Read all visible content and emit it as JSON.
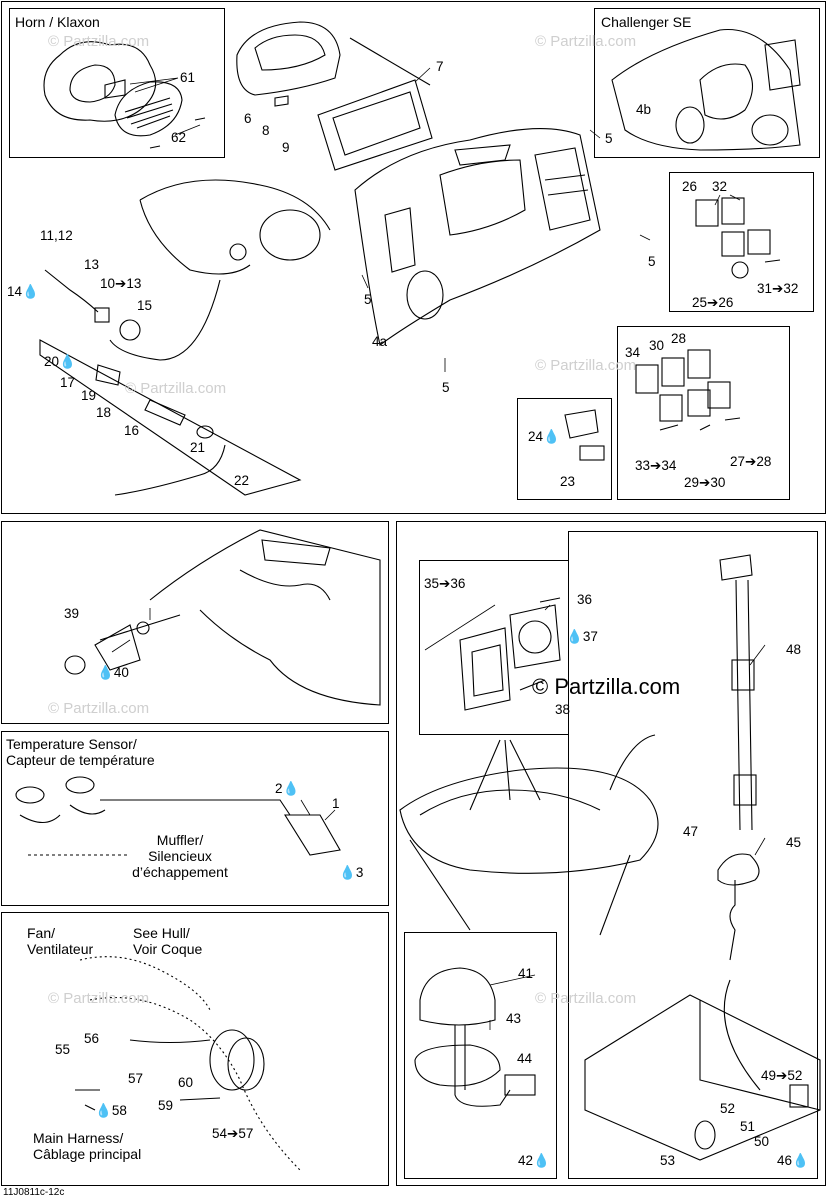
{
  "drawing_code": "11J0811c-12c",
  "brand_mark": "© Partzilla.com",
  "watermark": "© Partzilla.com",
  "drop_icon": "droplet-icon",
  "panels": {
    "horn": {
      "title": "Horn  / Klaxon"
    },
    "challenger": {
      "title": "Challenger SE"
    },
    "temperature": {
      "title_line1": "Temperature Sensor/",
      "title_line2": "Capteur de température"
    },
    "muffler": {
      "line1": "Muffler/",
      "line2": "Silencieux",
      "line3": "d’échappement"
    },
    "fan": {
      "line1": "Fan/",
      "line2": "Ventilateur"
    },
    "hull": {
      "line1": "See Hull/",
      "line2": "Voir Coque"
    },
    "harness": {
      "line1": "Main Harness/",
      "line2": "Câblage principal"
    }
  },
  "parts": {
    "p61": "61",
    "p62": "62",
    "p6": "6",
    "p7": "7",
    "p8": "8",
    "p9": "9",
    "p5a": "5",
    "p5b": "5",
    "p5c": "5",
    "p5d": "5",
    "p4a": "4a",
    "p4b": "4b",
    "p26": "26",
    "p32": "32",
    "p25": "25➔26",
    "p31": "31➔32",
    "p1112": "11,12",
    "p13a": "13",
    "p14": "14",
    "p1013": "10➔13",
    "p15": "15",
    "p20": "20",
    "p17": "17",
    "p19": "19",
    "p18": "18",
    "p16": "16",
    "p21": "21",
    "p22": "22",
    "p34": "34",
    "p30": "30",
    "p28": "28",
    "p24": "24",
    "p23": "23",
    "p3334": "33➔34",
    "p2930": "29➔30",
    "p2728": "27➔28",
    "p39": "39",
    "p40": "40",
    "p2": "2",
    "p1": "1",
    "p3": "3",
    "p3536": "35➔36",
    "p36": "36",
    "p37": "37",
    "p38": "38",
    "p48": "48",
    "p47": "47",
    "p45": "45",
    "p41": "41",
    "p43": "43",
    "p44": "44",
    "p42": "42",
    "p4952": "49➔52",
    "p52": "52",
    "p51": "51",
    "p50": "50",
    "p53": "53",
    "p46": "46",
    "p55": "55",
    "p56": "56",
    "p57": "57",
    "p60": "60",
    "p59": "59",
    "p58": "58",
    "p5457": "54➔57"
  }
}
